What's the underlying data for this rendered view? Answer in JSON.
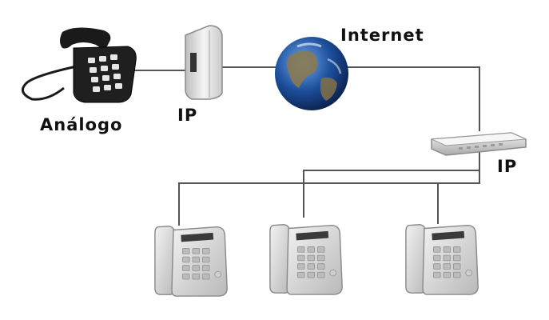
{
  "labels": {
    "analog_phone": "Análogo",
    "ip_adapter": "IP",
    "internet": "Internet",
    "ip_router": "IP"
  },
  "nodes": [
    {
      "id": "analog-phone",
      "kind": "analog-telephone-icon"
    },
    {
      "id": "ip-adapter",
      "kind": "ip-adapter-icon"
    },
    {
      "id": "internet",
      "kind": "globe-icon"
    },
    {
      "id": "ip-router",
      "kind": "router-icon"
    },
    {
      "id": "ip-phone-1",
      "kind": "ip-phone-icon"
    },
    {
      "id": "ip-phone-2",
      "kind": "ip-phone-icon"
    },
    {
      "id": "ip-phone-3",
      "kind": "ip-phone-icon"
    }
  ],
  "edges": [
    {
      "from": "analog-phone",
      "to": "ip-adapter"
    },
    {
      "from": "ip-adapter",
      "to": "internet"
    },
    {
      "from": "internet",
      "to": "ip-router"
    },
    {
      "from": "ip-router",
      "to": "ip-phone-1"
    },
    {
      "from": "ip-router",
      "to": "ip-phone-2"
    },
    {
      "from": "ip-router",
      "to": "ip-phone-3"
    }
  ],
  "colors": {
    "line": "#555555",
    "phone_dark": "#1a1a1a",
    "device_light": "#d8d8d8",
    "globe_ocean": "#1d4f9c"
  }
}
